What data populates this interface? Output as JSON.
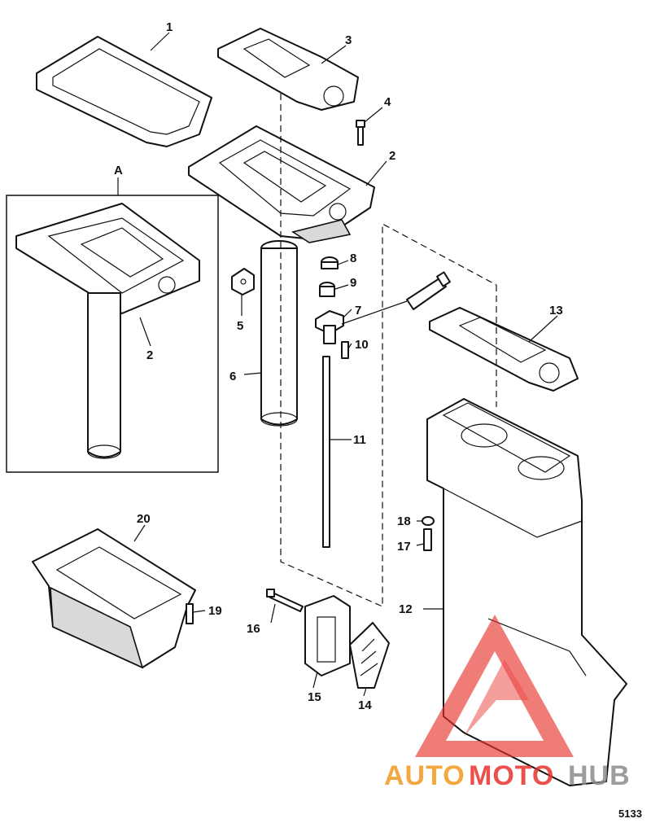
{
  "diagram": {
    "detail_label": "A",
    "reference_number": "5133",
    "callouts": [
      "1",
      "2",
      "3",
      "4",
      "2",
      "5",
      "6",
      "7",
      "8",
      "9",
      "10",
      "11",
      "12",
      "13",
      "14",
      "15",
      "16",
      "17",
      "18",
      "19",
      "20"
    ]
  },
  "watermark": {
    "text_part1": "AUTO",
    "text_part2": "MOTO",
    "text_part3": "HUB",
    "colors": {
      "red": "#e8322b",
      "orange": "#f29a1e",
      "gray": "#8c8c8c"
    }
  }
}
